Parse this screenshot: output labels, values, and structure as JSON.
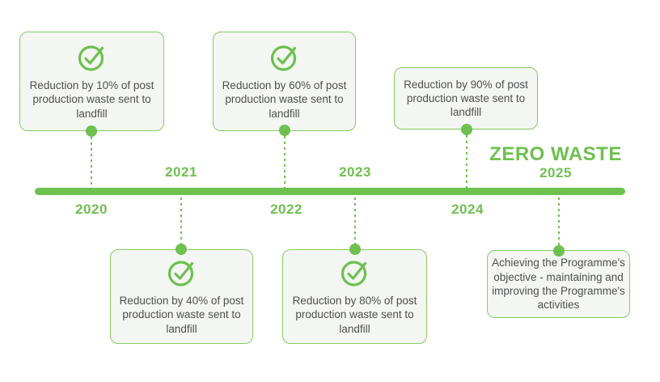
{
  "title": "ZERO WASTE",
  "colors": {
    "accent_green": "#6ec04f",
    "card_border": "#85cb63",
    "card_background": "#f3f6f3",
    "body_text": "#4f4f4f"
  },
  "icons": {
    "milestone_check": "check-circle-icon"
  },
  "milestones": [
    {
      "year": "2020",
      "text": "Reduction by 10% of post production waste sent to landfill",
      "check": true,
      "card_side": "above"
    },
    {
      "year": "2021",
      "text": "Reduction by 40% of post production waste sent to landfill",
      "check": true,
      "card_side": "below"
    },
    {
      "year": "2022",
      "text": "Reduction by 60% of post production waste sent to landfill",
      "check": true,
      "card_side": "above"
    },
    {
      "year": "2023",
      "text": "Reduction by 80% of post production waste sent to landfill",
      "check": true,
      "card_side": "below"
    },
    {
      "year": "2024",
      "text": "Reduction by 90% of post production waste sent to landfill",
      "check": false,
      "card_side": "above"
    },
    {
      "year": "2025",
      "text": "Achieving the Programme's objective - maintaining and improving the Programme's activities",
      "check": false,
      "card_side": "below"
    }
  ]
}
